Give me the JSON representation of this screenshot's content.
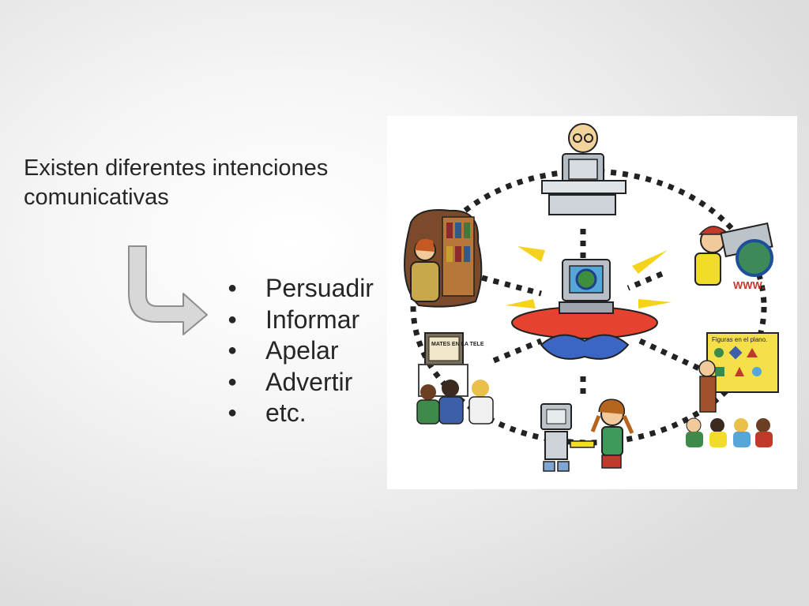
{
  "heading": "Existen diferentes intenciones comunicativas",
  "bullet_symbol": "●",
  "bullets": [
    "Persuadir",
    "Informar",
    "Apelar",
    "Advertir",
    "etc."
  ],
  "illustration": {
    "books_label": "MATES EN LA TELE",
    "board_label": "Figuras en el plano.",
    "www_label": "WWW."
  }
}
